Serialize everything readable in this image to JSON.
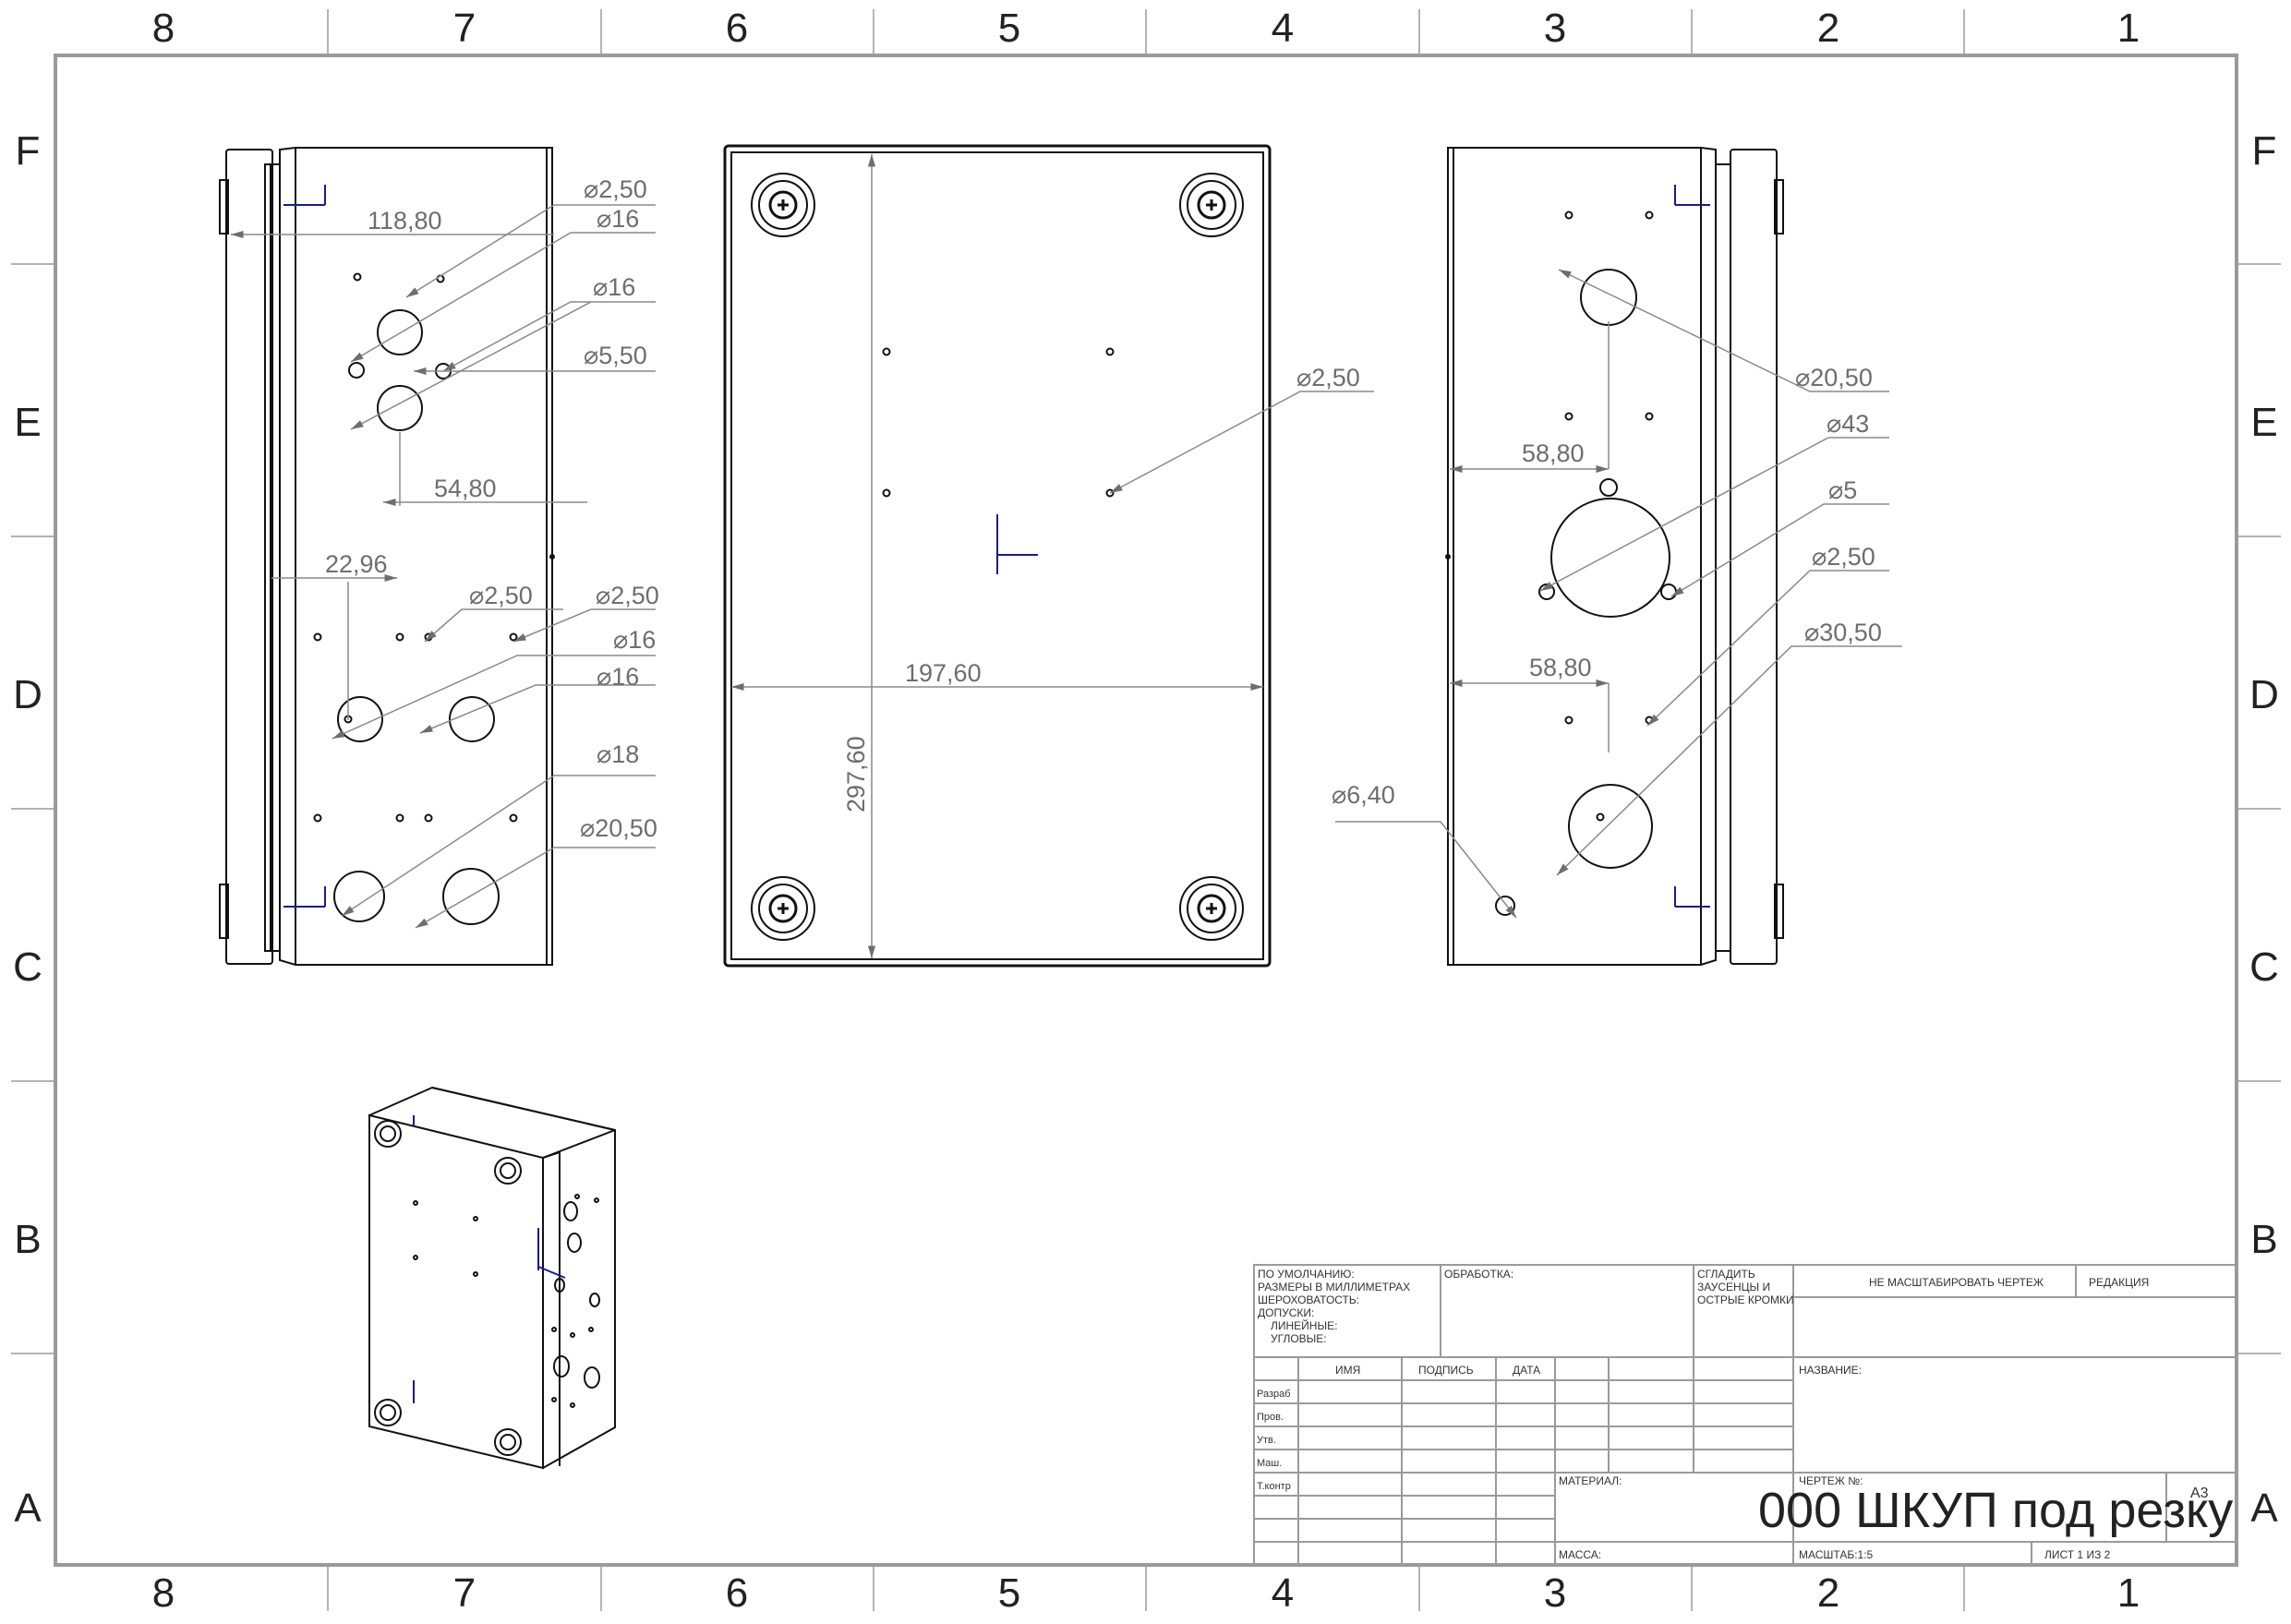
{
  "sheet": {
    "columns": [
      "8",
      "7",
      "6",
      "5",
      "4",
      "3",
      "2",
      "1"
    ],
    "rows": [
      "F",
      "E",
      "D",
      "C",
      "B",
      "A"
    ]
  },
  "view_left": {
    "dims": {
      "d118": "118,80",
      "d54": "54,80",
      "d22": "22,96",
      "phi_2_50_a": "2,50",
      "phi_16_a": "16",
      "phi_16_b": "16",
      "phi_5_50": "5,50",
      "phi_2_50_b": "2,50",
      "phi_2_50_c": "2,50",
      "phi_16_c": "16",
      "phi_16_d": "16",
      "phi_18": "18",
      "phi_20_50": "20,50"
    }
  },
  "view_front": {
    "dims": {
      "d197": "197,60",
      "d297": "297,60",
      "phi_2_50": "2,50"
    }
  },
  "view_right": {
    "dims": {
      "d58a": "58,80",
      "d58b": "58,80",
      "phi_20_50": "20,50",
      "phi_43": "43",
      "phi_5": "5",
      "phi_2_50": "2,50",
      "phi_30_50": "30,50",
      "phi_6_40": "6,40"
    }
  },
  "title_block": {
    "defaults": [
      "ПО УМОЛЧАНИЮ:",
      "РАЗМЕРЫ В МИЛЛИМЕТРАХ",
      "ШЕРОХОВАТОСТЬ:",
      "ДОПУСКИ:",
      "ЛИНЕЙНЫЕ:",
      "УГЛОВЫЕ:"
    ],
    "finish_label": "ОБРАБОТКА:",
    "deburr": [
      "СГЛАДИТЬ",
      "ЗАУСЕНЦЫ И",
      "ОСТРЫЕ КРОМКИ"
    ],
    "no_scale": "НЕ МАСШТАБИРОВАТЬ ЧЕРТЕЖ",
    "revision": "РЕДАКЦИЯ",
    "col_name": "ИМЯ",
    "col_sign": "ПОДПИСЬ",
    "col_date": "ДАТА",
    "roles": [
      "Разраб",
      "Пров.",
      "Утв.",
      "Маш.",
      "Т.контр"
    ],
    "title_label": "НАЗВАНИЕ:",
    "material_label": "МАТЕРИАЛ:",
    "drawing_no_label": "ЧЕРТЕЖ №:",
    "drawing_title": "000 ШКУП под резку",
    "size": "A3",
    "mass_label": "МАССА:",
    "scale": "МАСШТАБ:1:5",
    "sheet_no": "ЛИСТ 1 ИЗ 2"
  }
}
